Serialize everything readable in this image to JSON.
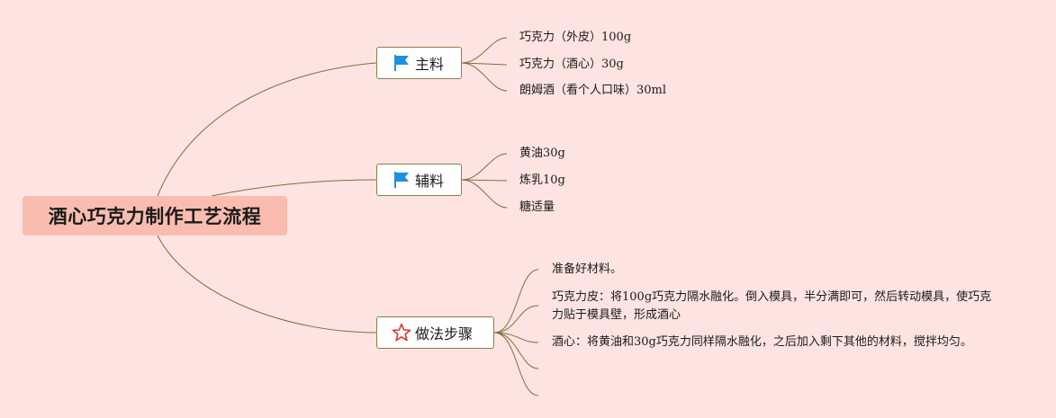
{
  "root": {
    "title": "酒心巧克力制作工艺流程"
  },
  "branches": [
    {
      "label": "主料",
      "icon": "flag-icon",
      "items": [
        "巧克力（外皮）100g",
        "巧克力（酒心）30g",
        "朗姆酒（看个人口味）30ml"
      ]
    },
    {
      "label": "辅料",
      "icon": "flag-icon",
      "items": [
        "黄油30g",
        "炼乳10g",
        "糖适量"
      ]
    },
    {
      "label": "做法步骤",
      "icon": "star-icon",
      "items": [
        "准备好材料。",
        "巧克力皮：将100g巧克力隔水融化。倒入模具，半分满即可，然后转动模具，使巧克力贴于模具壁，形成酒心",
        "酒心：将黄油和30g巧克力同样隔水融化，之后加入剩下其他的材料，搅拌均匀。",
        "",
        ""
      ]
    }
  ],
  "colors": {
    "background": "#fde3e1",
    "root_fill": "#f9bdb0",
    "line": "#7a7040",
    "flag": "#1f8fe0",
    "star": "#e0352b"
  }
}
